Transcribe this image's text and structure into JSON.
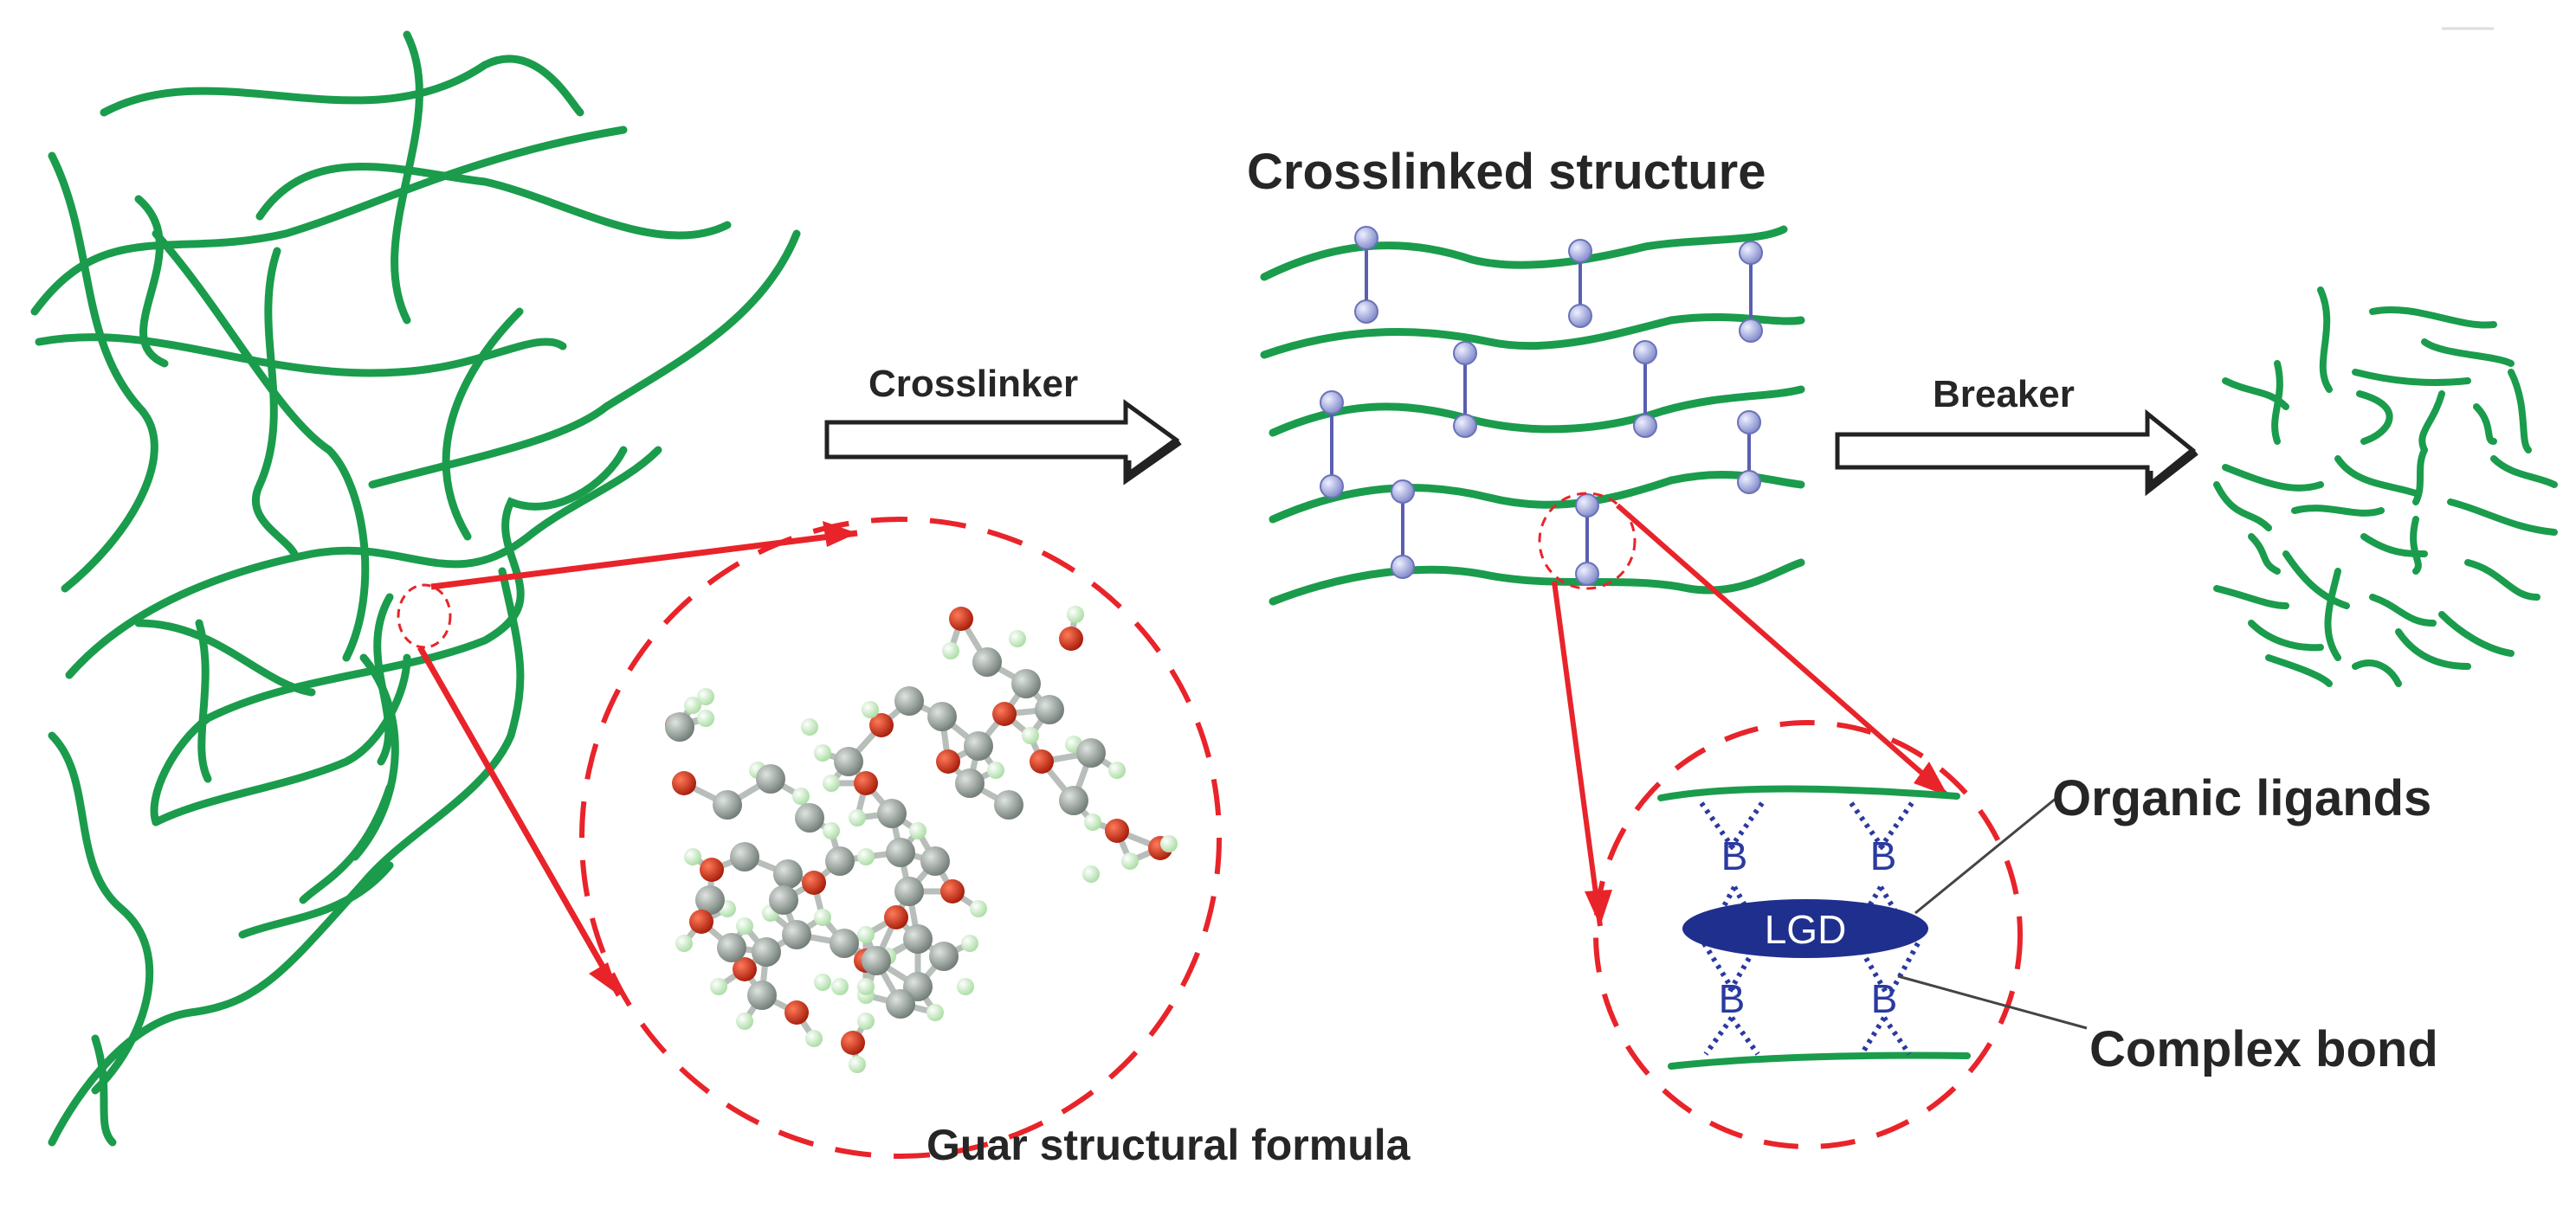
{
  "labels": {
    "crosslinked_title": "Crosslinked structure",
    "crosslinker_arrow": "Crosslinker",
    "breaker_arrow": "Breaker",
    "guar_formula_caption": "Guar structural formula",
    "organic_ligands": "Organic ligands",
    "complex_bond": "Complex bond",
    "ligand_center": "LGD",
    "boron_atom": "B"
  },
  "colors": {
    "polymer_chain": "#1a9c4c",
    "crosslink_node": "#a9b0dc",
    "crosslink_line": "#5a5fb0",
    "magnifier": "#e8242a",
    "ligand": "#1f2f8e",
    "boron": "#2a3aa0",
    "carbon_atom": "#8c9690",
    "oxygen_atom": "#d22a16",
    "hydrogen_atom": "#c6ecc0",
    "text": "#262626"
  }
}
